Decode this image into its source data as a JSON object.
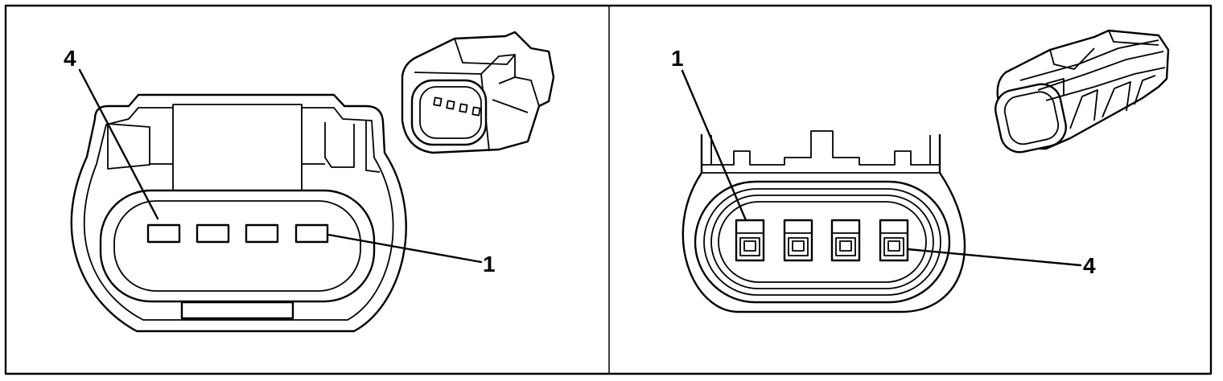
{
  "panels": [
    {
      "id": "female-connector",
      "callouts": [
        {
          "text": "4"
        },
        {
          "text": "1"
        }
      ]
    },
    {
      "id": "male-connector",
      "callouts": [
        {
          "text": "1"
        },
        {
          "text": "4"
        }
      ]
    }
  ],
  "colors": {
    "line": "#000000",
    "background": "#ffffff"
  },
  "icons": [
    "connector-face-view",
    "connector-isometric-view"
  ]
}
